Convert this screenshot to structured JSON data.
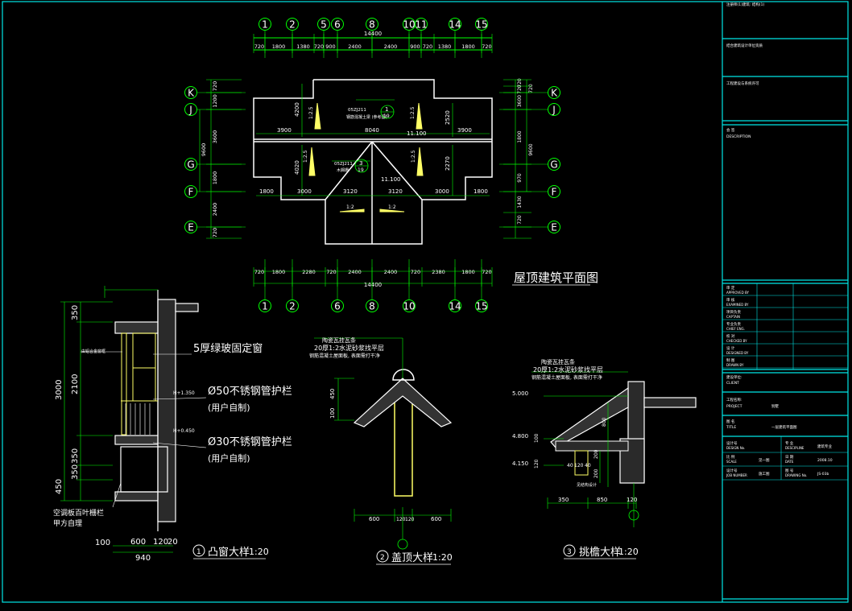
{
  "colors": {
    "background": "#000000",
    "frame": "#00e5e5",
    "grid_axis": "#00ff00",
    "dimension": "#00ff00",
    "outline": "#ffffff",
    "text": "#ffffff",
    "hatch": "#cccccc",
    "wall_fill": "#ffff66",
    "dim_text": "#ffffff"
  },
  "plan": {
    "title": "屋顶建筑平面图",
    "top_axes": [
      "1",
      "2",
      "5",
      "6",
      "8",
      "10",
      "11",
      "14",
      "15"
    ],
    "bottom_axes": [
      "1",
      "2",
      "6",
      "8",
      "10",
      "14",
      "15"
    ],
    "left_axes": [
      "K",
      "J",
      "G",
      "F",
      "E"
    ],
    "right_axes": [
      "K",
      "J",
      "G",
      "F",
      "E"
    ],
    "top_total": "14400",
    "top_dims": [
      "720",
      "1800",
      "1380",
      "720",
      "900",
      "2400",
      "2400",
      "900",
      "720",
      "1380",
      "1800",
      "720"
    ],
    "bottom_total": "14400",
    "bottom_dims": [
      "720",
      "1800",
      "2280",
      "720",
      "2400",
      "2400",
      "720",
      "2380",
      "1800",
      "720"
    ],
    "left_dims": [
      "720",
      "1200",
      "3600",
      "1800",
      "2400",
      "720"
    ],
    "left_inner": [
      "9600"
    ],
    "right_dims": [
      "720",
      "720",
      "3600",
      "1800",
      "970",
      "1430",
      "720"
    ],
    "right_inner": [
      "720",
      "9600"
    ],
    "inner_labels": {
      "d1": "3900",
      "d2": "8040",
      "d3": "3900",
      "d4": "1800",
      "d5": "3000",
      "d6": "3120",
      "d7": "3120",
      "d8": "3000",
      "d9": "1800",
      "h1": "4200",
      "h2": "4020",
      "h3": "2520",
      "h4": "2270",
      "el1": "11.100",
      "el2": "11.100",
      "slope": "1:2.5",
      "slope2": "1:2",
      "ref1": "05ZJ211",
      "ref1_sub": "19",
      "ref1_label": "钢筋混凝土梁 (参考图)",
      "ref2": "05ZJ211",
      "ref2_sub": "19",
      "ref2_label": "木搁栅",
      "detail_no": "1",
      "detail_no2": "3"
    }
  },
  "detail1": {
    "circle": "1",
    "title": "凸窗大样",
    "scale": "1:20",
    "note1": "5厚绿玻固定窗",
    "note2": "Ø50不锈钢管护栏",
    "note2b": "(用户自制)",
    "note3": "Ø30不锈钢管护栏",
    "note3b": "(用户自制)",
    "note4": "空调板百叶栅栏",
    "note4b": "甲方自理",
    "side_note": "由铝合金窗框",
    "el1": "H+1.350",
    "el2": "H+0.450",
    "v_total": "3000",
    "v_dims": [
      "350",
      "2100",
      "350",
      "350",
      "450"
    ],
    "h_dims": [
      "100",
      "600",
      "120",
      "20"
    ],
    "h_total": "940"
  },
  "detail2": {
    "circle": "2",
    "title": "盖顶大样",
    "scale": "1:20",
    "note1": "陶瓷瓦挂瓦条",
    "note2": "20厚1:2水泥砂浆找平层",
    "note3": "钢筋混凝土屋面板, 表面需打干净",
    "dims_v": [
      "450",
      "100"
    ],
    "dims_h": [
      "600",
      "120",
      "120",
      "600"
    ]
  },
  "detail3": {
    "circle": "3",
    "title": "挑檐大样",
    "scale": "1:20",
    "note1": "陶瓷瓦挂瓦条",
    "note2": "20厚1:2水泥砂浆找平层",
    "note3": "钢筋混凝土屋面板, 表面需打干净",
    "el1": "5.000",
    "el2": "4.800",
    "el3": "4.150",
    "dims_v": [
      "800",
      "100",
      "120",
      "200",
      "200"
    ],
    "dims_h": [
      "350",
      "850",
      "120"
    ],
    "dims_small": [
      "40",
      "120",
      "40"
    ],
    "note_small": "见结构设计"
  },
  "titleblock": {
    "r1": "注册师(1)建筑: 结构(1)",
    "r2": "结合建筑设计单位资质",
    "r3": "工程建设与系统许可",
    "r4a": "会 签",
    "r4b": "DESCRIPTION",
    "sign_rows": [
      {
        "cn": "审 定",
        "en": "APPROVED BY"
      },
      {
        "cn": "审 核",
        "en": "EXAMINED BY"
      },
      {
        "cn": "项目负责",
        "en": "CAPTAIN"
      },
      {
        "cn": "专业负责",
        "en": "CHIEF ENG."
      },
      {
        "cn": "校 对",
        "en": "CHECKED BY"
      },
      {
        "cn": "设 计",
        "en": "DESIGNED BY"
      },
      {
        "cn": "制 图",
        "en": "DRAWN BY"
      }
    ],
    "client_cn": "建设单位:",
    "client_en": "CLIENT",
    "project_cn": "工程名称:",
    "project_en": "PROJECT",
    "project_val": "别墅",
    "dwg_cn": "图 名",
    "dwg_en": "TITLE",
    "dwg_val": "一层建筑平面图",
    "bottom": [
      {
        "k": "设计号",
        "ke": "DESIGN No.",
        "v": "",
        "k2": "专 业",
        "k2e": "DESCIPLINE",
        "v2": "建筑专业"
      },
      {
        "k": "比 例",
        "ke": "SCALE",
        "v": "见一图",
        "k2": "日 期",
        "k2e": "DATE",
        "v2": "2008.10"
      },
      {
        "k": "设计号",
        "ke": "JOB NUMBER",
        "v": "施工图",
        "k2": "图 号",
        "k2e": "DRAWING No.",
        "v2": "JS-03b"
      }
    ]
  }
}
